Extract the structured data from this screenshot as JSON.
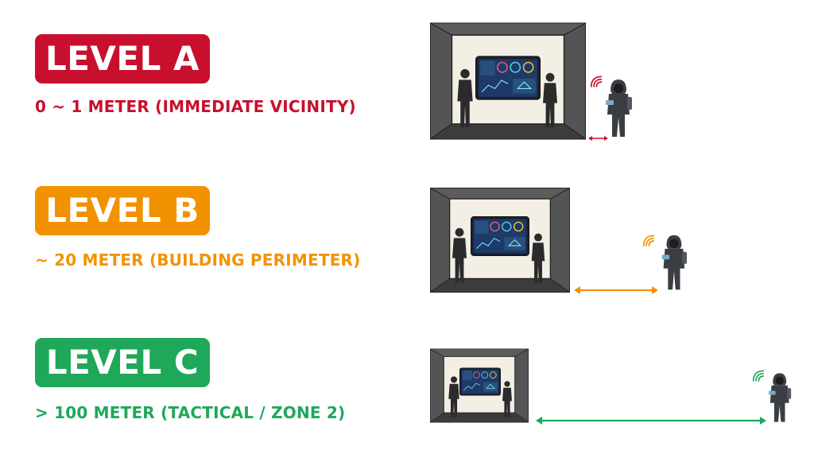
{
  "levels": [
    {
      "badge": "LEVEL A",
      "description": "0 ~ 1 METER (IMMEDIATE VICINITY)",
      "color": "#c8102e"
    },
    {
      "badge": "LEVEL B",
      "description": "~ 20 METER (BUILDING PERIMETER)",
      "color": "#f39200"
    },
    {
      "badge": "LEVEL C",
      "description": "> 100 METER (TACTICAL / ZONE 2)",
      "color": "#1fa85a"
    }
  ]
}
